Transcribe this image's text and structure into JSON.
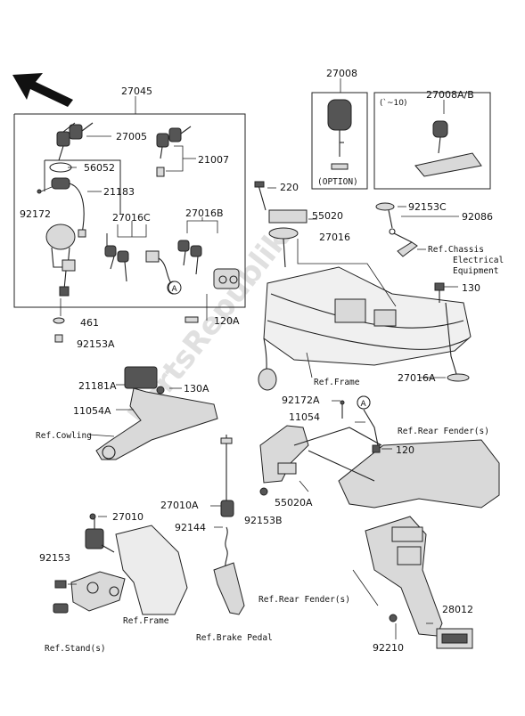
{
  "labels": {
    "p27045": "27045",
    "p27005": "27005",
    "p56052": "56052",
    "p21183": "21183",
    "p92172": "92172",
    "p21007": "21007",
    "p27016C": "27016C",
    "p27016B": "27016B",
    "p461": "461",
    "p92153A": "92153A",
    "p120A": "120A",
    "p27008": "27008",
    "option": "(OPTION)",
    "range": "(`~10)",
    "p27008AB": "27008A/B",
    "p220": "220",
    "p55020": "55020",
    "p27016": "27016",
    "p92153C": "92153C",
    "p92086": "92086",
    "refChassis1": "Ref.Chassis",
    "refChassis2": "Electrical",
    "refChassis3": "Equipment",
    "p130": "130",
    "refFrame1": "Ref.Frame",
    "p27016A": "27016A",
    "p21181A": "21181A",
    "p130A": "130A",
    "p11054A": "11054A",
    "refCowling": "Ref.Cowling",
    "p92172A": "92172A",
    "p11054": "11054",
    "refRearFender1": "Ref.Rear Fender(s)",
    "p120": "120",
    "p55020A": "55020A",
    "p92153B": "92153B",
    "p27010": "27010",
    "p27010A": "27010A",
    "p92144": "92144",
    "p92153": "92153",
    "refFrame2": "Ref.Frame",
    "refStand": "Ref.Stand(s)",
    "refBrakePedal": "Ref.Brake Pedal",
    "refRearFender2": "Ref.Rear Fender(s)",
    "p28012": "28012",
    "p92210": "92210",
    "markerA": "A"
  },
  "watermark": "PartsRepublik"
}
